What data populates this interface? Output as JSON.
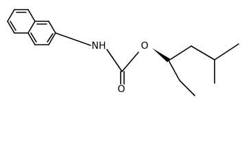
{
  "molecule": {
    "atoms": {
      "nh": "NH",
      "ester_o": "O",
      "carbonyl_o": "O"
    },
    "colors": {
      "bond": "#000000",
      "label": "#000000",
      "background": "#ffffff"
    }
  }
}
